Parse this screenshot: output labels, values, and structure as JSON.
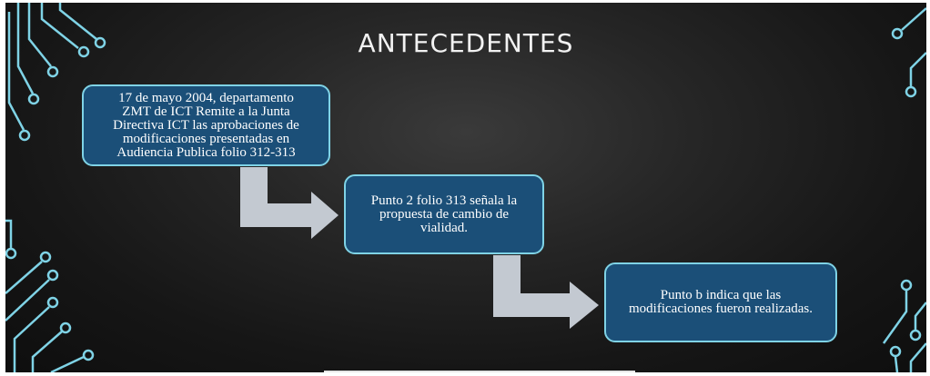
{
  "slide": {
    "title": "ANTECEDENTES",
    "steps": [
      {
        "text": "17 de mayo 2004, departamento\nZMT de ICT Remite a la Junta\nDirectiva ICT las aprobaciones de\nmodificaciones presentadas en\nAudiencia Publica    folio 312-313"
      },
      {
        "text": "Punto 2 folio 313 señala la\npropuesta de cambio de\nvialidad."
      },
      {
        "text": "Punto b indica que las\nmodificaciones fueron realizadas."
      }
    ]
  },
  "colors": {
    "box_fill": "#1b4f78",
    "box_border": "#7fd3e6",
    "arrow": "#c3c9d1",
    "circuit": "#7fd3e6",
    "background": "#1e1e1e"
  },
  "icons": {
    "arrow": "bent-arrow-icon",
    "decoration": "circuit-lines-icon"
  }
}
